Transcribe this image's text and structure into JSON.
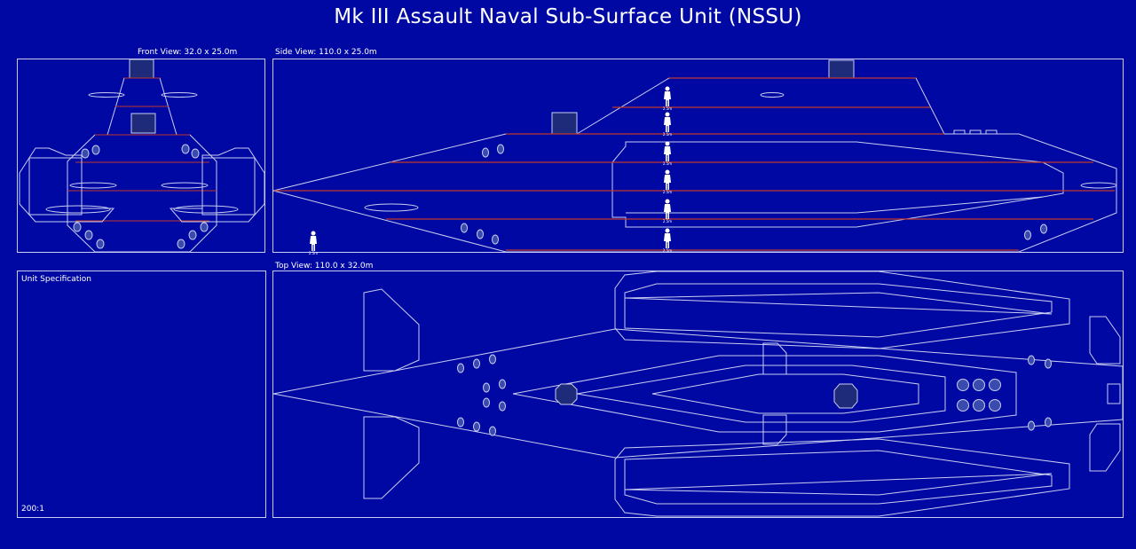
{
  "title": "Mk III Assault Naval Sub-Surface Unit (NSSU)",
  "views": {
    "front": "Front View: 32.0 x 25.0m",
    "side": "Side View: 110.0 x 25.0m",
    "top": "Top View: 110.0 x 32.0m"
  },
  "spec": {
    "title": "Unit Specification",
    "scale": "200:1"
  },
  "figure_label": "2.5m",
  "colors": {
    "background": "#0008a3",
    "line": "#c9cdf0",
    "deck": "#c0392b",
    "hatch": "#1e2b7a",
    "port": "#3a4bb0"
  }
}
